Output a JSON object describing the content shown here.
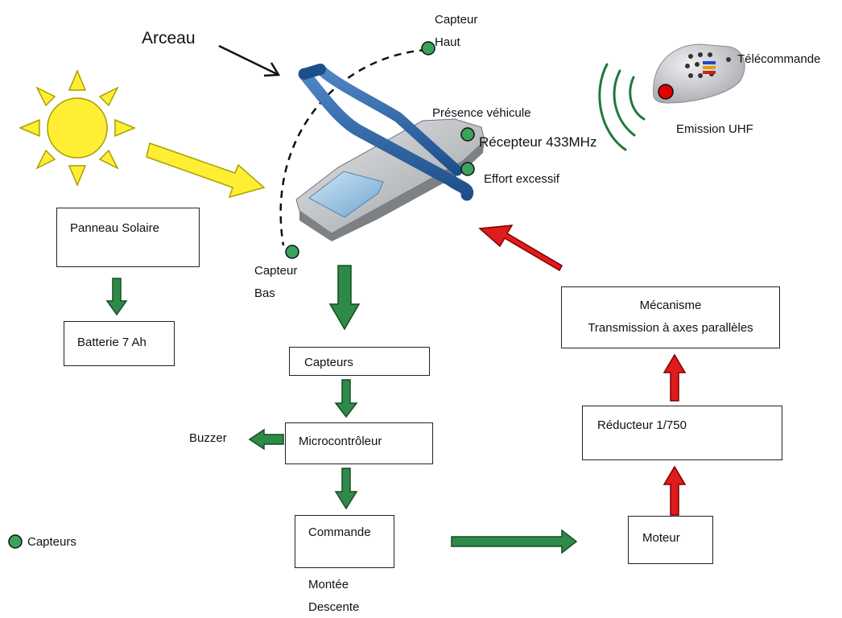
{
  "labels": {
    "arceau": "Arceau",
    "capteur_haut_1": "Capteur",
    "capteur_haut_2": "Haut",
    "capteur_bas_1": "Capteur",
    "capteur_bas_2": "Bas",
    "presence": "Présence véhicule",
    "recepteur": "Récepteur 433MHz",
    "effort": "Effort excessif",
    "telecommande": "Télécommande",
    "emission": "Emission UHF",
    "buzzer": "Buzzer",
    "montee": "Montée",
    "descente": "Descente",
    "legend_capteurs": "Capteurs"
  },
  "boxes": {
    "panneau": "Panneau Solaire",
    "batterie": "Batterie  7 Ah",
    "capteurs": "Capteurs",
    "micro": "Microcontrôleur",
    "commande": "Commande",
    "moteur": "Moteur",
    "reducteur": "Réducteur 1/750",
    "mecanisme_1": "Mécanisme",
    "mecanisme_2": "Transmission à axes parallèles"
  },
  "colors": {
    "green_arrow": "#2f8a4a",
    "red_arrow": "#e01b1b",
    "sensor_dot": "#3aa35a",
    "sun_fill": "#ffee33",
    "sun_stroke": "#a8a000",
    "arceau_blue": "#2a5f9e",
    "uhf_green": "#1f7a3a"
  }
}
